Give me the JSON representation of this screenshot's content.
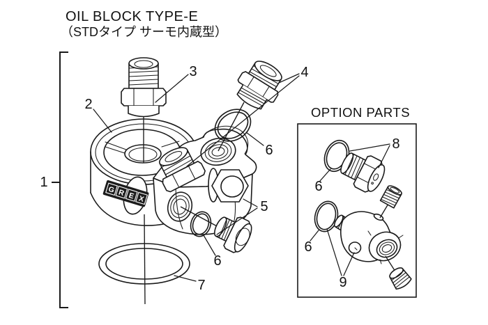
{
  "header": {
    "title_en": "OIL BLOCK TYPE-E",
    "title_jp": "（STDタイプ サーモ内蔵型）"
  },
  "option_panel": {
    "title": "OPTION PARTS"
  },
  "callouts": {
    "c1": "1",
    "c2": "2",
    "c3": "3",
    "c4": "4",
    "c5": "5",
    "c6": "6",
    "c7": "7",
    "c8": "8",
    "c9": "9"
  },
  "logo": {
    "letters": [
      "G",
      "R",
      "E",
      "X"
    ]
  },
  "colors": {
    "line": "#1a1a1a",
    "background": "#ffffff",
    "logo_plate": "#1c1c1c"
  }
}
